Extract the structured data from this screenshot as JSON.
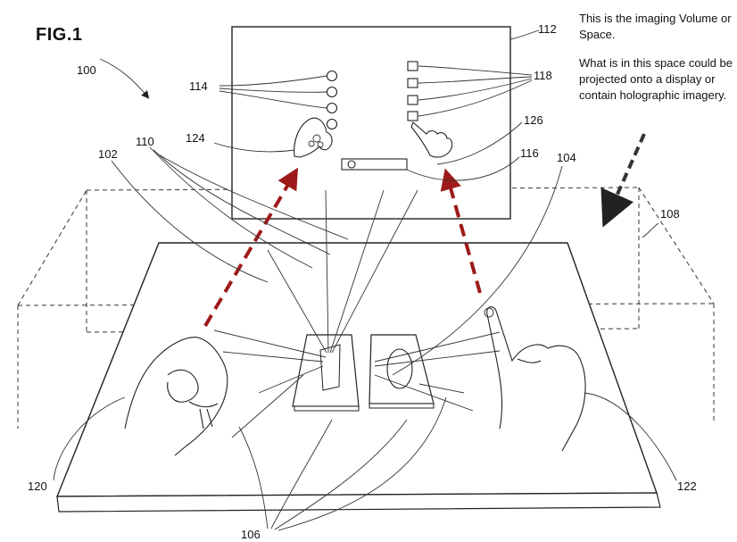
{
  "figure": {
    "title": "FIG.1",
    "note_line1": "This is the imaging Volume or Space.",
    "note_line2": "What is in this space could be projected onto a display or contain holographic imagery.",
    "colors": {
      "arrow": "#9e1a1a",
      "pointer": "#333333",
      "ink": "#222222"
    }
  },
  "references": {
    "r100": "100",
    "r102": "102",
    "r104": "104",
    "r106": "106",
    "r108": "108",
    "r110": "110",
    "r112": "112",
    "r114": "114",
    "r116": "116",
    "r118": "118",
    "r120": "120",
    "r122": "122",
    "r124": "124",
    "r126": "126"
  }
}
